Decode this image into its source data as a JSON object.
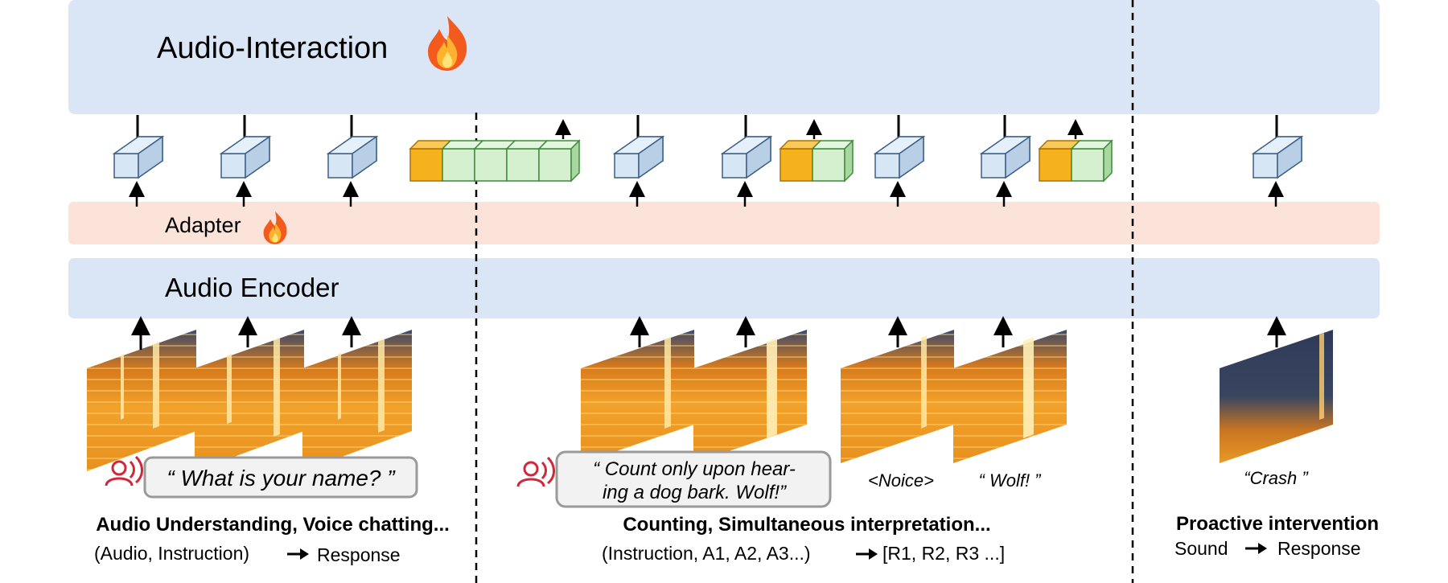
{
  "layers": {
    "interaction": {
      "label": "Audio-Interaction",
      "icon": "fire-icon",
      "color": "#dae6f6"
    },
    "adapter": {
      "label": "Adapter",
      "icon": "fire-icon",
      "color": "#fbe3d9"
    },
    "encoder": {
      "label": "Audio Encoder",
      "color": "#dae6f6"
    }
  },
  "token_colors": {
    "audio": "#d7e6f5",
    "orange": "#f5b21d",
    "green": "#d5f0cf"
  },
  "sections": {
    "understanding": {
      "speech_bubble": "“ What is your name? ”",
      "title": "Audio Understanding, Voice chatting...",
      "formula_left": "(Audio, Instruction)",
      "formula_right": "Response"
    },
    "counting": {
      "speech_line1": "“ Count only upon hear-",
      "speech_line2": "ing a dog bark. Wolf!”",
      "noise_label": "<Noice>",
      "wolf_label": "“ Wolf! ”",
      "title": "Counting, Simultaneous interpretation...",
      "formula_left": "(Instruction, A1, A2, A3...)",
      "formula_right": "[R1, R2, R3 ...]"
    },
    "proactive": {
      "sound_label": "“Crash ”",
      "title": "Proactive intervention",
      "formula_left": "Sound",
      "formula_right": "Response"
    }
  }
}
